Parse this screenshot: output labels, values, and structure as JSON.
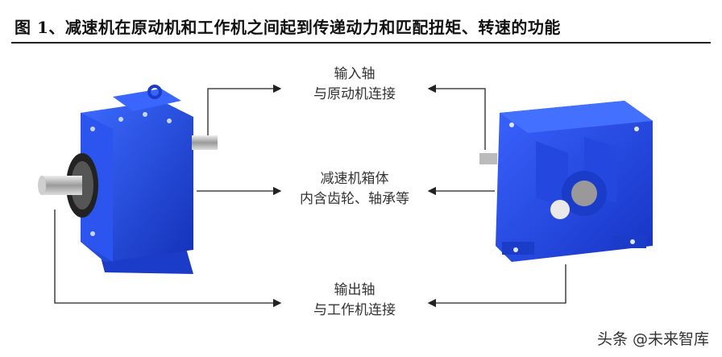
{
  "title": "图 1、减速机在原动机和工作机之间起到传递动力和匹配扭矩、转速的功能",
  "callouts": {
    "input": {
      "line1": "输入轴",
      "line2": "与原动机连接"
    },
    "housing": {
      "line1": "减速机箱体",
      "line2": "内含齿轮、轴承等"
    },
    "output": {
      "line1": "输出轴",
      "line2": "与工作机连接"
    }
  },
  "watermark": "头条 @未来智库",
  "colors": {
    "gear_blue": "#1f4fe0",
    "gear_dark": "#0c2a9a",
    "text": "#333333"
  }
}
